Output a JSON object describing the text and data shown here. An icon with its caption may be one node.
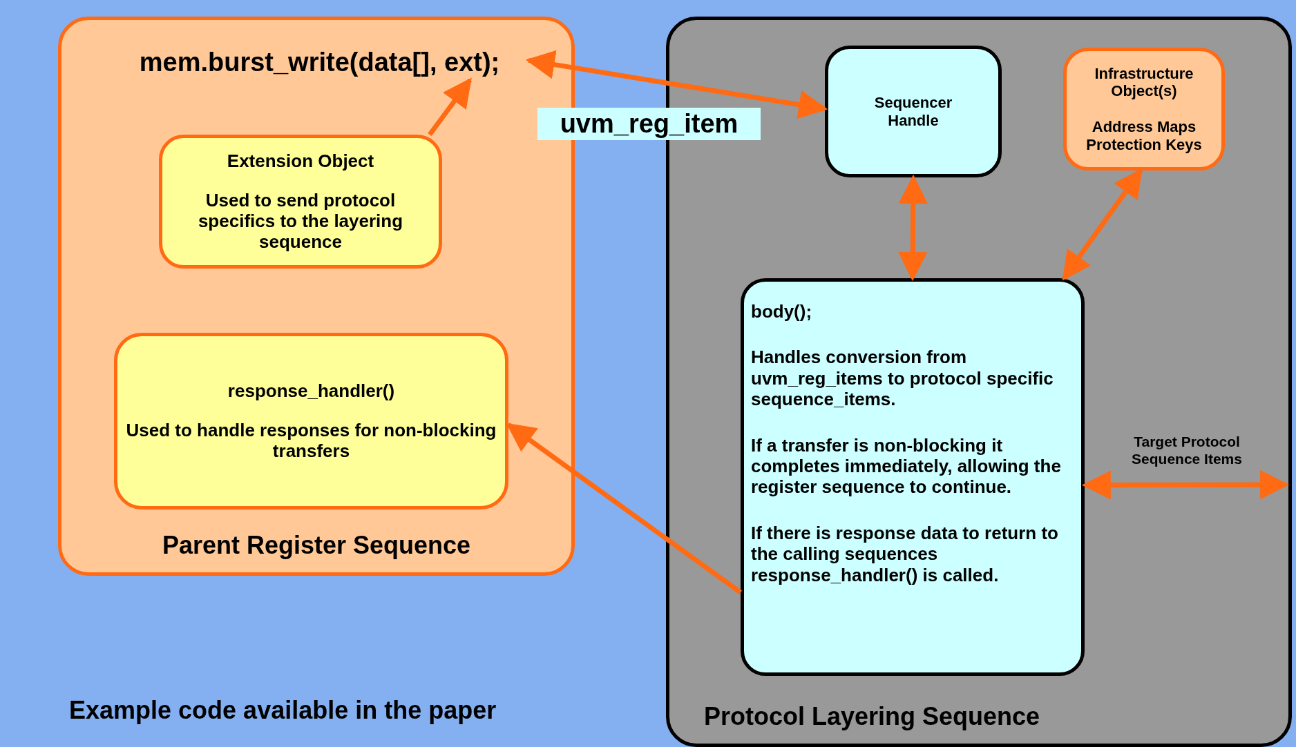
{
  "diagram": {
    "nodes": [
      {
        "text": [
          "Parent Register Sequence"
        ]
      },
      {
        "text": [
          "mem.burst_write(data[], ext);"
        ],
        "in": 0
      },
      {
        "text": [
          "Extension Object",
          "Used to send protocol specifics to the layering sequence"
        ],
        "in": 0
      },
      {
        "text": [
          "response_handler()",
          "Used to handle responses for non-blocking transfers"
        ],
        "in": 0
      },
      {
        "text": [
          "Protocol Layering Sequence"
        ]
      },
      {
        "text": [
          "Sequencer Handle"
        ],
        "in": 4
      },
      {
        "text": [
          "Infrastructure Object(s)",
          "Address Maps Protection Keys"
        ],
        "in": 4
      },
      {
        "text": [
          "body();",
          "Handles conversion from uvm_reg_items to protocol specific sequence_items.",
          "If a transfer is non-blocking it completes immediately, allowing the register sequence to continue.",
          "If there is response data to return to the calling sequences response_handler() is called."
        ],
        "in": 4
      }
    ],
    "edges": [
      {
        "from": 2,
        "to": 1,
        "arrow": "to"
      },
      {
        "from": 1,
        "to": 5,
        "arrow": "both",
        "label": "uvm_reg_item"
      },
      {
        "from": 5,
        "to": 7,
        "arrow": "both"
      },
      {
        "from": 6,
        "to": 7,
        "arrow": "both"
      },
      {
        "from": 7,
        "to": 3,
        "arrow": "to"
      },
      {
        "from": 7,
        "to": null,
        "arrow": "both",
        "label": "Target Protocol Sequence Items"
      }
    ],
    "labels": [
      "Example code available in the paper"
    ]
  }
}
